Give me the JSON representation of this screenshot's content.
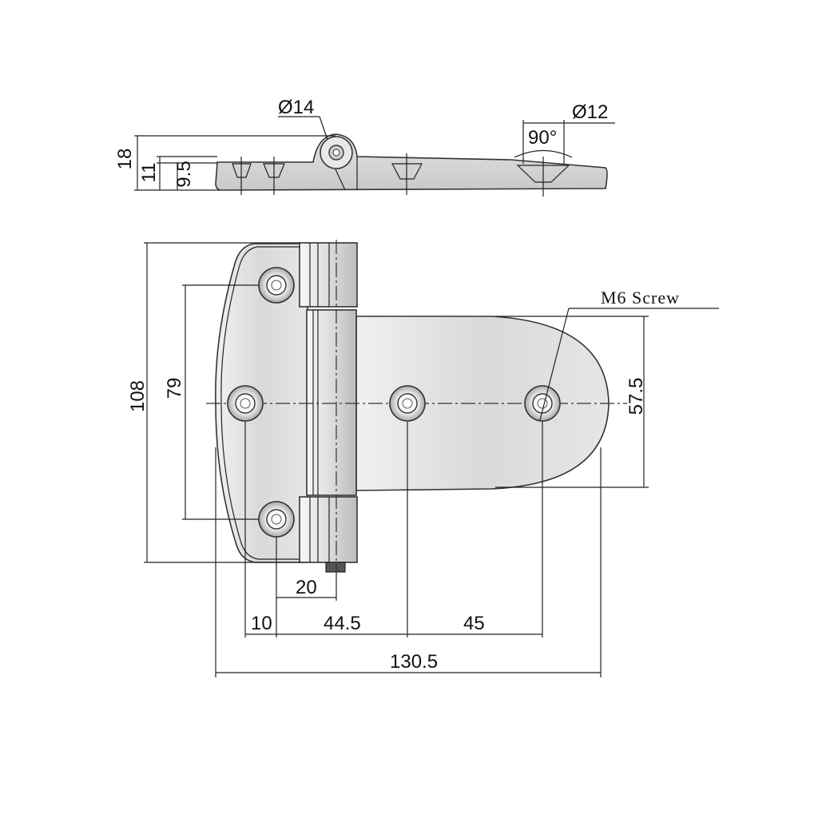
{
  "labels": {
    "d14": "Ø14",
    "d12": "Ø12",
    "angle": "90°",
    "screw": "M6 Screw",
    "h18": "18",
    "h11": "11",
    "h9_5": "9.5",
    "h108": "108",
    "h79": "79",
    "h57_5": "57.5",
    "w20": "20",
    "w10": "10",
    "w44_5": "44.5",
    "w45": "45",
    "w130_5": "130.5"
  },
  "colors": {
    "part_fill": "#dcdcdc",
    "part_light": "#ebebeb",
    "part_dark": "#b5b5b5",
    "line": "#222222"
  }
}
